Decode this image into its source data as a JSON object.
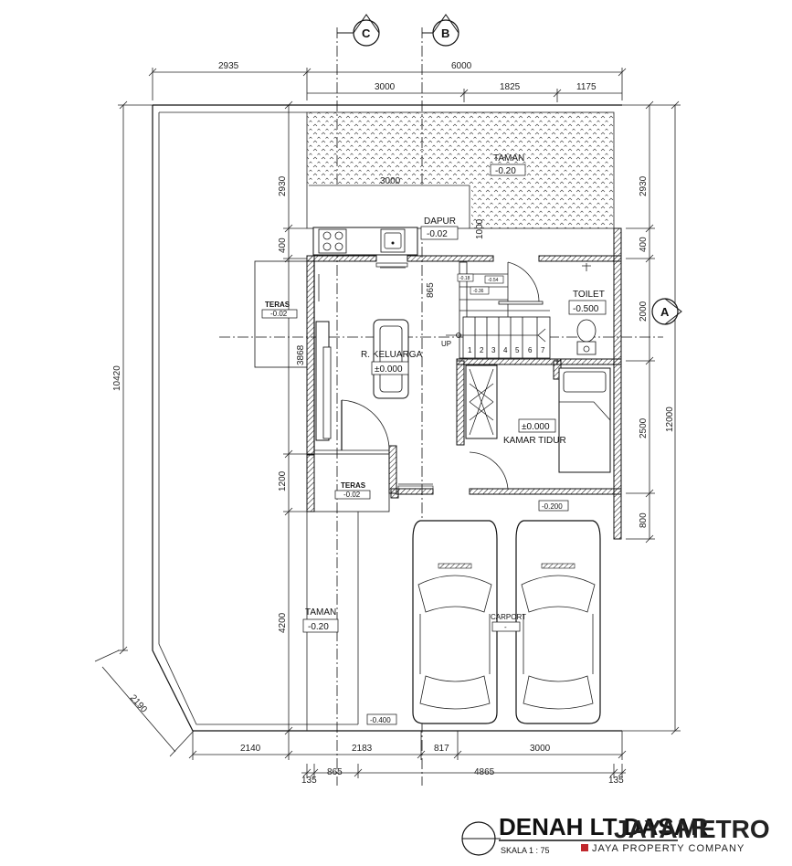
{
  "title": "DENAH LT DASAR",
  "scale": "SKALA 1 : 75",
  "brand": {
    "name": "JAYAMETRO",
    "tagline": "JAYA PROPERTY COMPANY"
  },
  "grid": {
    "c": "C",
    "b": "B",
    "a": "A"
  },
  "rooms": {
    "taman_top": "TAMAN",
    "taman_top_level": "-0.20",
    "dapur": "DAPUR",
    "dapur_level": "-0.02",
    "toilet": "TOILET",
    "toilet_level": "-0.500",
    "keluarga": "R. KELUARGA",
    "keluarga_level": "±0.000",
    "kamar": "KAMAR TIDUR",
    "kamar_level": "±0.000",
    "teras_top": "TERAS",
    "teras_top_level": "-0.02",
    "teras_bot": "TERAS",
    "teras_bot_level": "-0.02",
    "taman_bot": "TAMAN",
    "taman_bot_level": "-0.20",
    "carport": "CARPORT",
    "carport_level": "-",
    "lvl_road": "-0.400",
    "lvl_carport_top": "-0.200",
    "up": "UP",
    "stair_lv1": "-0.18",
    "stair_lv2": "-0.54",
    "stair_lv3": "-0.36"
  },
  "stairs": [
    "1",
    "2",
    "3",
    "4",
    "5",
    "6",
    "7"
  ],
  "dims": {
    "top1": [
      "2935",
      "6000"
    ],
    "top2": [
      "3000",
      "1825",
      "1175"
    ],
    "kitchen_w": "3000",
    "left_taman": "2930",
    "left_400": "400",
    "left_3868": "3868",
    "left_1200": "1200",
    "left_4200": "4200",
    "stair_865": "865",
    "stair_1000": "1000",
    "right": [
      "2930",
      "400",
      "2000",
      "2500",
      "800"
    ],
    "total_h": "12000",
    "outer_left": "10420",
    "diag": "2190",
    "bot1": [
      "2140",
      "2183",
      "817",
      "3000"
    ],
    "bot2": [
      "135",
      "865",
      "4865",
      "135"
    ]
  }
}
